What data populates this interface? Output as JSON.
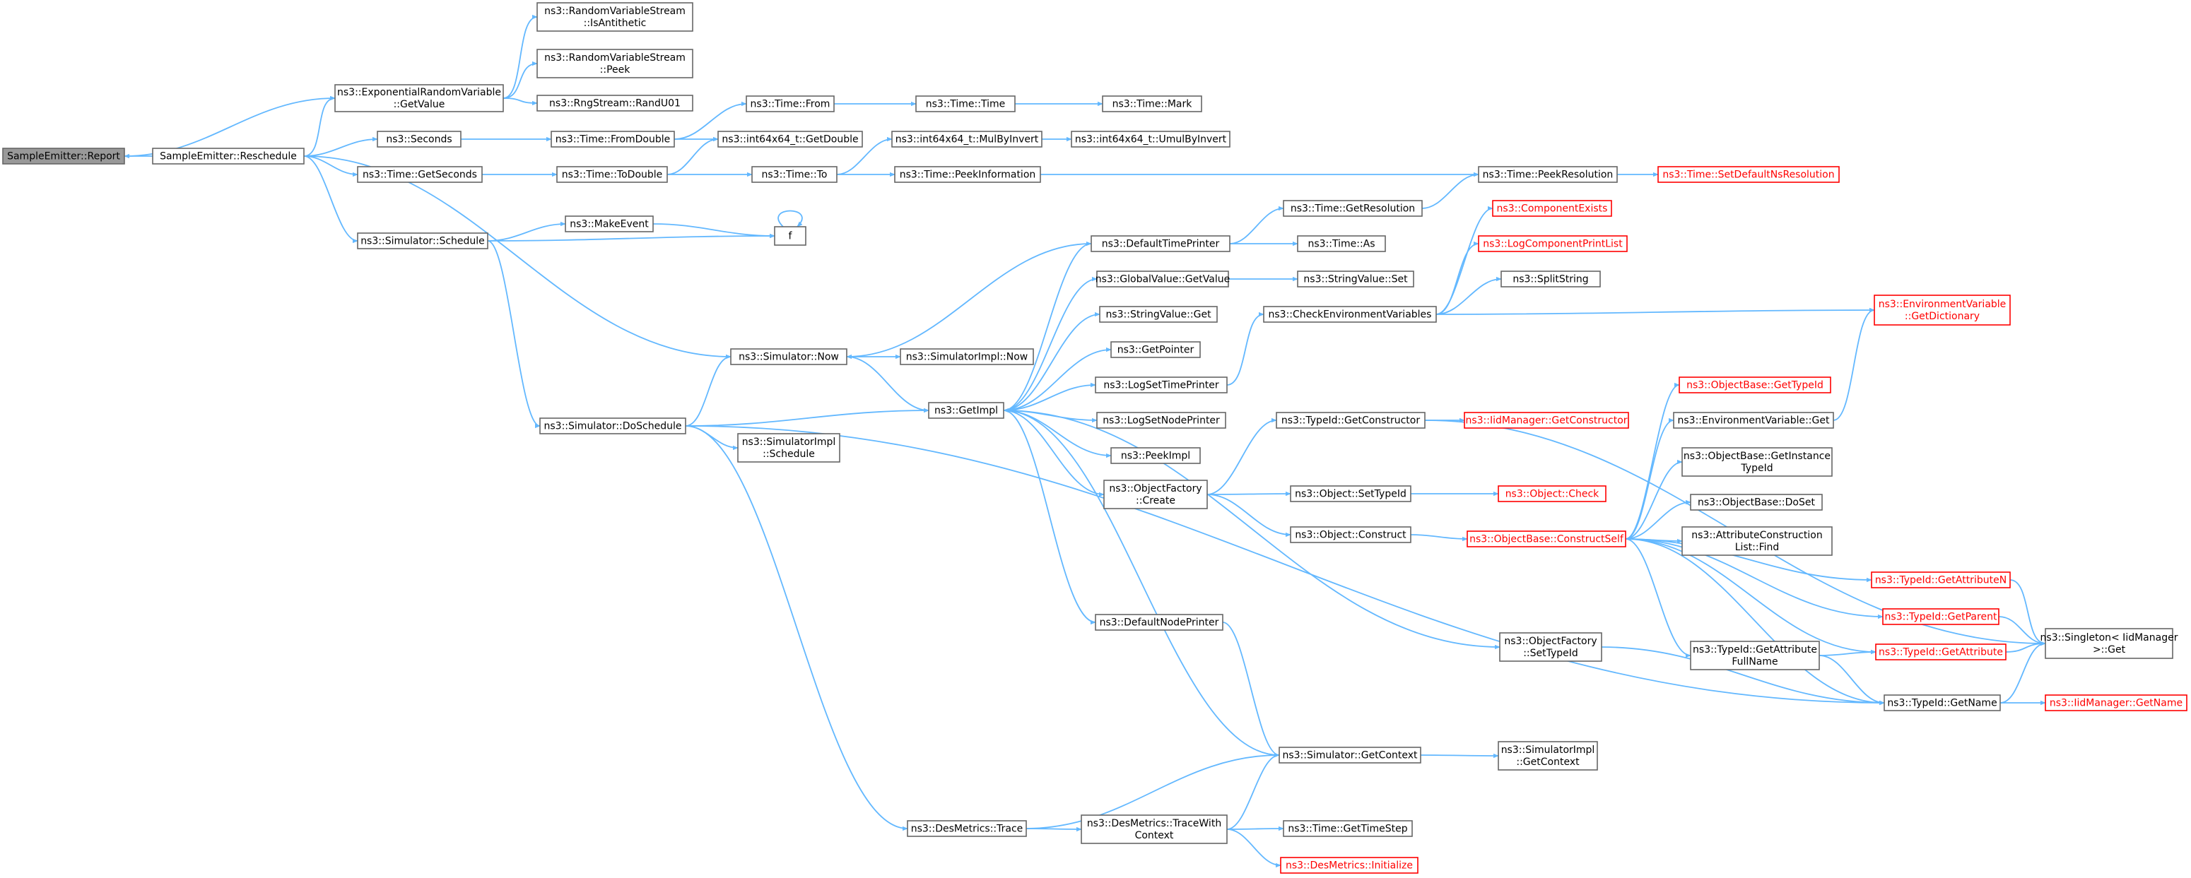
{
  "graph": {
    "edge_color": "#63b8ff",
    "truncated_color": "#ff0000",
    "root_fill": "#999999",
    "nodes": [
      {
        "id": "report",
        "lines": [
          "SampleEmitter::Report"
        ],
        "root": true
      },
      {
        "id": "reschedule",
        "lines": [
          "SampleEmitter::Reschedule"
        ]
      },
      {
        "id": "exprv",
        "lines": [
          "ns3::ExponentialRandomVariable",
          "::GetValue"
        ]
      },
      {
        "id": "isanti",
        "lines": [
          "ns3::RandomVariableStream",
          "::IsAntithetic"
        ]
      },
      {
        "id": "peek",
        "lines": [
          "ns3::RandomVariableStream",
          "::Peek"
        ]
      },
      {
        "id": "randu",
        "lines": [
          "ns3::RngStream::RandU01"
        ]
      },
      {
        "id": "seconds",
        "lines": [
          "ns3::Seconds"
        ]
      },
      {
        "id": "fromdouble",
        "lines": [
          "ns3::Time::FromDouble"
        ]
      },
      {
        "id": "timefrom",
        "lines": [
          "ns3::Time::From"
        ]
      },
      {
        "id": "timetime",
        "lines": [
          "ns3::Time::Time"
        ]
      },
      {
        "id": "timemark",
        "lines": [
          "ns3::Time::Mark"
        ]
      },
      {
        "id": "getdouble",
        "lines": [
          "ns3::int64x64_t::GetDouble"
        ]
      },
      {
        "id": "getseconds",
        "lines": [
          "ns3::Time::GetSeconds"
        ]
      },
      {
        "id": "todouble",
        "lines": [
          "ns3::Time::ToDouble"
        ]
      },
      {
        "id": "timeto",
        "lines": [
          "ns3::Time::To"
        ]
      },
      {
        "id": "mulbyinv",
        "lines": [
          "ns3::int64x64_t::MulByInvert"
        ]
      },
      {
        "id": "umulbyinv",
        "lines": [
          "ns3::int64x64_t::UmulByInvert"
        ]
      },
      {
        "id": "peekinfo",
        "lines": [
          "ns3::Time::PeekInformation"
        ]
      },
      {
        "id": "peekres",
        "lines": [
          "ns3::Time::PeekResolution"
        ]
      },
      {
        "id": "setdefres",
        "lines": [
          "ns3::Time::SetDefaultNsResolution"
        ],
        "truncated": true
      },
      {
        "id": "schedule",
        "lines": [
          "ns3::Simulator::Schedule"
        ]
      },
      {
        "id": "makeevent",
        "lines": [
          "ns3::MakeEvent"
        ]
      },
      {
        "id": "f",
        "lines": [
          "f"
        ]
      },
      {
        "id": "now",
        "lines": [
          "ns3::Simulator::Now"
        ]
      },
      {
        "id": "implnow",
        "lines": [
          "ns3::SimulatorImpl::Now"
        ]
      },
      {
        "id": "doschedule",
        "lines": [
          "ns3::Simulator::DoSchedule"
        ]
      },
      {
        "id": "implschedule",
        "lines": [
          "ns3::SimulatorImpl",
          "::Schedule"
        ]
      },
      {
        "id": "getimpl",
        "lines": [
          "ns3::GetImpl"
        ]
      },
      {
        "id": "deftimeprinter",
        "lines": [
          "ns3::DefaultTimePrinter"
        ]
      },
      {
        "id": "getres",
        "lines": [
          "ns3::Time::GetResolution"
        ]
      },
      {
        "id": "timeas",
        "lines": [
          "ns3::Time::As"
        ]
      },
      {
        "id": "gvgetvalue",
        "lines": [
          "ns3::GlobalValue::GetValue"
        ]
      },
      {
        "id": "svset",
        "lines": [
          "ns3::StringValue::Set"
        ]
      },
      {
        "id": "svget",
        "lines": [
          "ns3::StringValue::Get"
        ]
      },
      {
        "id": "getpointer",
        "lines": [
          "ns3::GetPointer"
        ]
      },
      {
        "id": "logsettime",
        "lines": [
          "ns3::LogSetTimePrinter"
        ]
      },
      {
        "id": "logsetnode",
        "lines": [
          "ns3::LogSetNodePrinter"
        ]
      },
      {
        "id": "peekimpl",
        "lines": [
          "ns3::PeekImpl"
        ]
      },
      {
        "id": "ofcreate",
        "lines": [
          "ns3::ObjectFactory",
          "::Create"
        ]
      },
      {
        "id": "defnodeprinter",
        "lines": [
          "ns3::DefaultNodePrinter"
        ]
      },
      {
        "id": "compexists",
        "lines": [
          "ns3::ComponentExists"
        ],
        "truncated": true
      },
      {
        "id": "logcompprint",
        "lines": [
          "ns3::LogComponentPrintList"
        ],
        "truncated": true
      },
      {
        "id": "splitstring",
        "lines": [
          "ns3::SplitString"
        ]
      },
      {
        "id": "checkenv",
        "lines": [
          "ns3::CheckEnvironmentVariables"
        ]
      },
      {
        "id": "envgetdict",
        "lines": [
          "ns3::EnvironmentVariable",
          "::GetDictionary"
        ],
        "truncated": true
      },
      {
        "id": "getctor",
        "lines": [
          "ns3::TypeId::GetConstructor"
        ]
      },
      {
        "id": "iidgetctor",
        "lines": [
          "ns3::IidManager::GetConstructor"
        ],
        "truncated": true
      },
      {
        "id": "objsettypeid",
        "lines": [
          "ns3::Object::SetTypeId"
        ]
      },
      {
        "id": "objcheck",
        "lines": [
          "ns3::Object::Check"
        ],
        "truncated": true
      },
      {
        "id": "objconstruct",
        "lines": [
          "ns3::Object::Construct"
        ]
      },
      {
        "id": "constructself",
        "lines": [
          "ns3::ObjectBase::ConstructSelf"
        ],
        "truncated": true
      },
      {
        "id": "obgettypeid",
        "lines": [
          "ns3::ObjectBase::GetTypeId"
        ],
        "truncated": true
      },
      {
        "id": "envget",
        "lines": [
          "ns3::EnvironmentVariable::Get"
        ]
      },
      {
        "id": "obgetinst",
        "lines": [
          "ns3::ObjectBase::GetInstance",
          "TypeId"
        ]
      },
      {
        "id": "obdoset",
        "lines": [
          "ns3::ObjectBase::DoSet"
        ]
      },
      {
        "id": "attrfind",
        "lines": [
          "ns3::AttributeConstruction",
          "List::Find"
        ]
      },
      {
        "id": "getattrn",
        "lines": [
          "ns3::TypeId::GetAttributeN"
        ],
        "truncated": true
      },
      {
        "id": "getparent",
        "lines": [
          "ns3::TypeId::GetParent"
        ],
        "truncated": true
      },
      {
        "id": "getattr",
        "lines": [
          "ns3::TypeId::GetAttribute"
        ],
        "truncated": true
      },
      {
        "id": "singleton",
        "lines": [
          "ns3::Singleton< IidManager",
          " >::Get"
        ]
      },
      {
        "id": "attrfullname",
        "lines": [
          "ns3::TypeId::GetAttribute",
          "FullName"
        ]
      },
      {
        "id": "getname",
        "lines": [
          "ns3::TypeId::GetName"
        ]
      },
      {
        "id": "iidgetname",
        "lines": [
          "ns3::IidManager::GetName"
        ],
        "truncated": true
      },
      {
        "id": "ofsettypeid",
        "lines": [
          "ns3::ObjectFactory",
          "::SetTypeId"
        ]
      },
      {
        "id": "getcontext",
        "lines": [
          "ns3::Simulator::GetContext"
        ]
      },
      {
        "id": "implgetctx",
        "lines": [
          "ns3::SimulatorImpl",
          "::GetContext"
        ]
      },
      {
        "id": "destrace",
        "lines": [
          "ns3::DesMetrics::Trace"
        ]
      },
      {
        "id": "destracewith",
        "lines": [
          "ns3::DesMetrics::TraceWith",
          "Context"
        ]
      },
      {
        "id": "gettimestep",
        "lines": [
          "ns3::Time::GetTimeStep"
        ]
      },
      {
        "id": "desinit",
        "lines": [
          "ns3::DesMetrics::Initialize"
        ],
        "truncated": true
      }
    ]
  }
}
